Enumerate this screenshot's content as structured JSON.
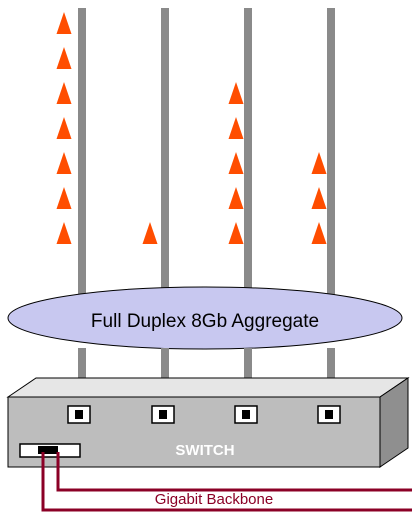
{
  "aggregate_label": "Full Duplex 8Gb Aggregate",
  "switch_label": "SWITCH",
  "backbone_label": "Gigabit Backbone",
  "links": [
    {
      "port": 1,
      "arrow_count": 7
    },
    {
      "port": 2,
      "arrow_count": 1
    },
    {
      "port": 3,
      "arrow_count": 5
    },
    {
      "port": 4,
      "arrow_count": 3
    }
  ],
  "colors": {
    "link": "#8a8a8a",
    "arrow": "#ff4d00",
    "ellipse_fill": "#c8c8f0",
    "switch_front": "#bdbdbd",
    "switch_top": "#e6e6e6",
    "switch_side": "#8f8f8f",
    "backbone": "#8b0026"
  }
}
